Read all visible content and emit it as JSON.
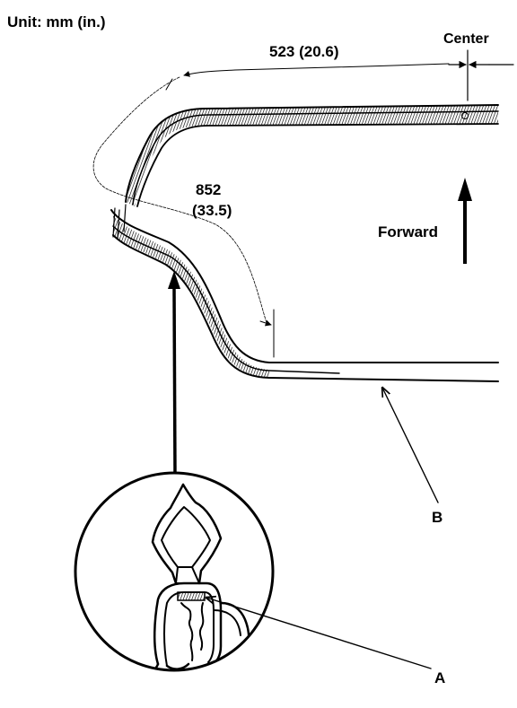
{
  "unit_label": "Unit: mm (in.)",
  "center_label": "Center",
  "forward_label": "Forward",
  "dimension_top": {
    "value": "523 (20.6)"
  },
  "dimension_side": {
    "value_line1": "852",
    "value_line2": "(33.5)"
  },
  "callouts": {
    "a": "A",
    "b": "B"
  }
}
